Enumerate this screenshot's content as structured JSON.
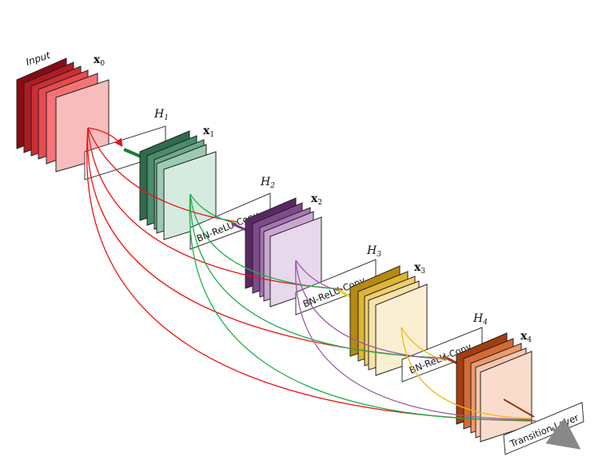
{
  "labels": {
    "input": "Input",
    "x0": "x",
    "x0_sub": "0",
    "x1": "x",
    "x1_sub": "1",
    "x2": "x",
    "x2_sub": "2",
    "x3": "x",
    "x3_sub": "3",
    "x4": "x",
    "x4_sub": "4",
    "h1": "H",
    "h1_sub": "1",
    "h2": "H",
    "h2_sub": "2",
    "h3": "H",
    "h3_sub": "3",
    "h4": "H",
    "h4_sub": "4",
    "box2": "BN-ReLU-Conv",
    "box3": "BN-ReLU-Conv",
    "box4": "BN-ReLU-Conv",
    "transition": "Transition Layer"
  },
  "colors": {
    "input": [
      "#8b0a14",
      "#b01c24",
      "#cf2e36",
      "#e84a4e",
      "#f47476",
      "#f8bcbc"
    ],
    "block1": [
      "#2f6b4c",
      "#4a8c6a",
      "#6eaa8a",
      "#9cc9b1",
      "#d5ebe0"
    ],
    "block2": [
      "#5a2766",
      "#7e4a8c",
      "#a577b0",
      "#c9a7d1",
      "#e8d8ec"
    ],
    "block3": [
      "#b58a10",
      "#dfb534",
      "#f0cf6b",
      "#f7e2a8",
      "#fbefd3"
    ],
    "block4": [
      "#a43d10",
      "#d66a36",
      "#ef9a6c",
      "#f6c7ae",
      "#fadccd"
    ],
    "skip_red": "#ee1111",
    "skip_green": "#1fae4a",
    "skip_purple": "#9a5aa6",
    "skip_yellow": "#f2b90c"
  }
}
